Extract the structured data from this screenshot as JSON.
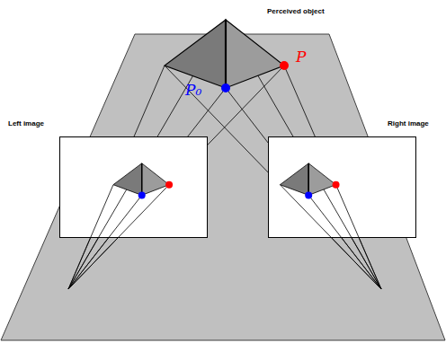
{
  "diagram": {
    "nodes": [
      {
        "text": [
          "Left image"
        ]
      },
      {
        "text": [
          "Right image"
        ]
      }
    ],
    "labels": [
      "Perceived object",
      "P",
      "P₀"
    ]
  }
}
